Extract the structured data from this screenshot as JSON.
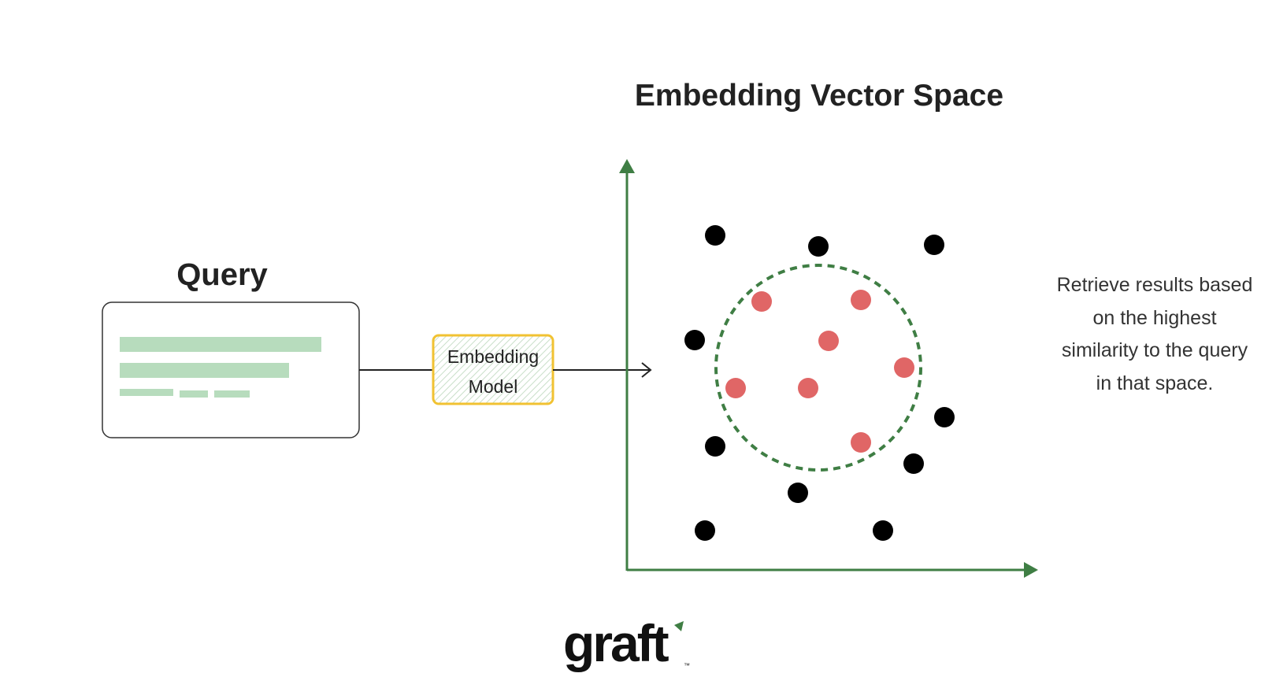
{
  "query": {
    "title": "Query"
  },
  "model": {
    "line1": "Embedding",
    "line2": "Model"
  },
  "space": {
    "title": "Embedding Vector Space"
  },
  "caption": {
    "lines": [
      "Retrieve results based",
      "on the highest",
      "similarity to the query",
      "in that space."
    ]
  },
  "logo": {
    "text": "graft",
    "tm": "™"
  },
  "colors": {
    "axis": "#3f7e44",
    "match_dot": "#e06666",
    "other_dot": "#000000",
    "model_border": "#f1c232",
    "query_bars": "#b7dcbd",
    "circle": "#3f7e44"
  }
}
